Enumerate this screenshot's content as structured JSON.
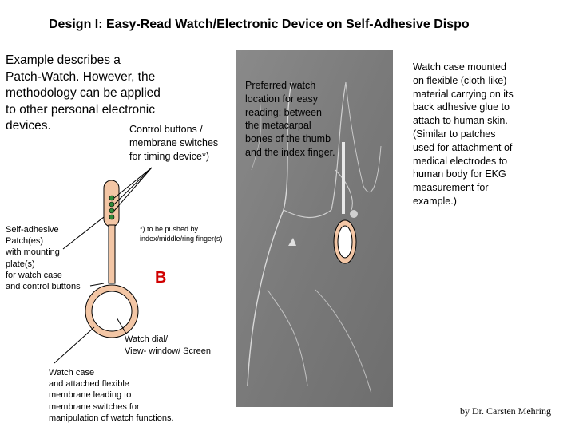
{
  "title": "Design I: Easy-Read Watch/Electronic Device on Self-Adhesive Dispo",
  "intro_text": "Example describes a\nPatch-Watch. However, the\nmethodology can be applied\nto other personal electronic\ndevices.",
  "labels": {
    "control_buttons": "Control buttons /\nmembrane switches\nfor timing device*)",
    "preferred_location": "Preferred watch\nlocation for easy\nreading: between\nthe metacarpal\nbones of the thumb\nand the index finger.",
    "watch_case_description": "Watch case mounted\non flexible (cloth-like)\nmaterial carrying on its\nback adhesive glue to\nattach to human skin.\n(Similar to patches\nused for attachment of\nmedical electrodes to\nhuman body for EKG\nmeasurement for\nexample.)",
    "self_adhesive_patch": "Self-adhesive\nPatch(es)\nwith mounting\nplate(s)\nfor watch case\nand control buttons",
    "footnote": "*) to be pushed by\nindex/middle/ring finger(s)",
    "watch_dial": "Watch dial/\nView- window/ Screen",
    "watch_case_membrane": "Watch case\nand attached flexible\nmembrane leading to\nmembrane switches for\nmanipulation of watch functions.",
    "marker_b": "B",
    "signature": "by  Dr. Carsten Mehring"
  },
  "colors": {
    "patch_fill": "#f3c6a5",
    "button_fill": "#2f8a3a",
    "photo_background": "#808080",
    "marker_b": "#d00000"
  }
}
